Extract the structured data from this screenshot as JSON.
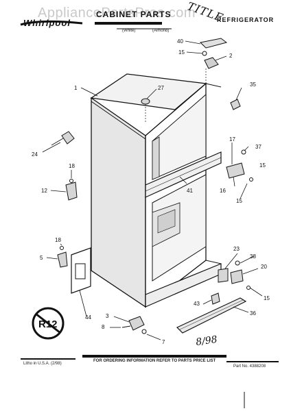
{
  "header": {
    "title": "CABINET PARTS",
    "brand": "Whirlpool",
    "right_text": "REFRIGERATOR",
    "handwritten_title": "TITLE",
    "sub_left": "(White)",
    "sub_right": "(Almond)"
  },
  "watermark": "AppliancePartsPros.com",
  "callouts": [
    {
      "id": "c40",
      "label": "40"
    },
    {
      "id": "c15a",
      "label": "15"
    },
    {
      "id": "c2",
      "label": "2"
    },
    {
      "id": "c1",
      "label": "1"
    },
    {
      "id": "c27",
      "label": "27"
    },
    {
      "id": "c35",
      "label": "35"
    },
    {
      "id": "c24",
      "label": "24"
    },
    {
      "id": "c17",
      "label": "17"
    },
    {
      "id": "c37",
      "label": "37"
    },
    {
      "id": "c18a",
      "label": "18"
    },
    {
      "id": "c15b",
      "label": "15"
    },
    {
      "id": "c12",
      "label": "12"
    },
    {
      "id": "c41",
      "label": "41"
    },
    {
      "id": "c16",
      "label": "16"
    },
    {
      "id": "c15c",
      "label": "15"
    },
    {
      "id": "c18b",
      "label": "18"
    },
    {
      "id": "c5",
      "label": "5"
    },
    {
      "id": "c23",
      "label": "23"
    },
    {
      "id": "c38",
      "label": "38"
    },
    {
      "id": "c20",
      "label": "20"
    },
    {
      "id": "c15d",
      "label": "15"
    },
    {
      "id": "c43",
      "label": "43"
    },
    {
      "id": "c44",
      "label": "44"
    },
    {
      "id": "c3",
      "label": "3"
    },
    {
      "id": "c36",
      "label": "36"
    },
    {
      "id": "c8",
      "label": "8"
    },
    {
      "id": "c7",
      "label": "7"
    }
  ],
  "stamp": "R12",
  "handwritten_date": "8/98",
  "footer": {
    "left": "Litho in U.S.A. (2/98)",
    "center": "FOR ORDERING INFORMATION REFER TO PARTS PRICE LIST",
    "right": "Part No. 4388208"
  }
}
